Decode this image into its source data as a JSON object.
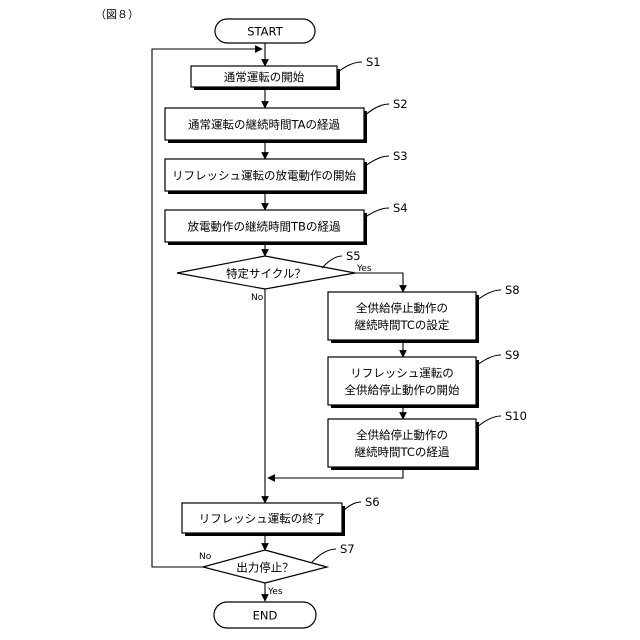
{
  "figure_label": "（図８）",
  "start": "START",
  "end": "END",
  "boxes": {
    "s1": "通常運転の開始",
    "s2": "通常運転の継続時間TAの経過",
    "s3": "リフレッシュ運転の放電動作の開始",
    "s4": "放電動作の継続時間TBの経過",
    "s8_line1": "全供給停止動作の",
    "s8_line2": "継続時間TCの設定",
    "s9_line1": "リフレッシュ運転の",
    "s9_line2": "全供給停止動作の開始",
    "s10_line1": "全供給停止動作の",
    "s10_line2": "継続時間TCの経過",
    "s6": "リフレッシュ運転の終了"
  },
  "decisions": {
    "s5": "特定サイクル？",
    "s7": "出力停止？"
  },
  "branches": {
    "s5_yes": "Yes",
    "s5_no": "No",
    "s7_yes": "Yes",
    "s7_no": "No"
  },
  "steps": {
    "s1": "S1",
    "s2": "S2",
    "s3": "S3",
    "s4": "S4",
    "s5": "S5",
    "s6": "S6",
    "s7": "S7",
    "s8": "S8",
    "s9": "S9",
    "s10": "S10"
  }
}
